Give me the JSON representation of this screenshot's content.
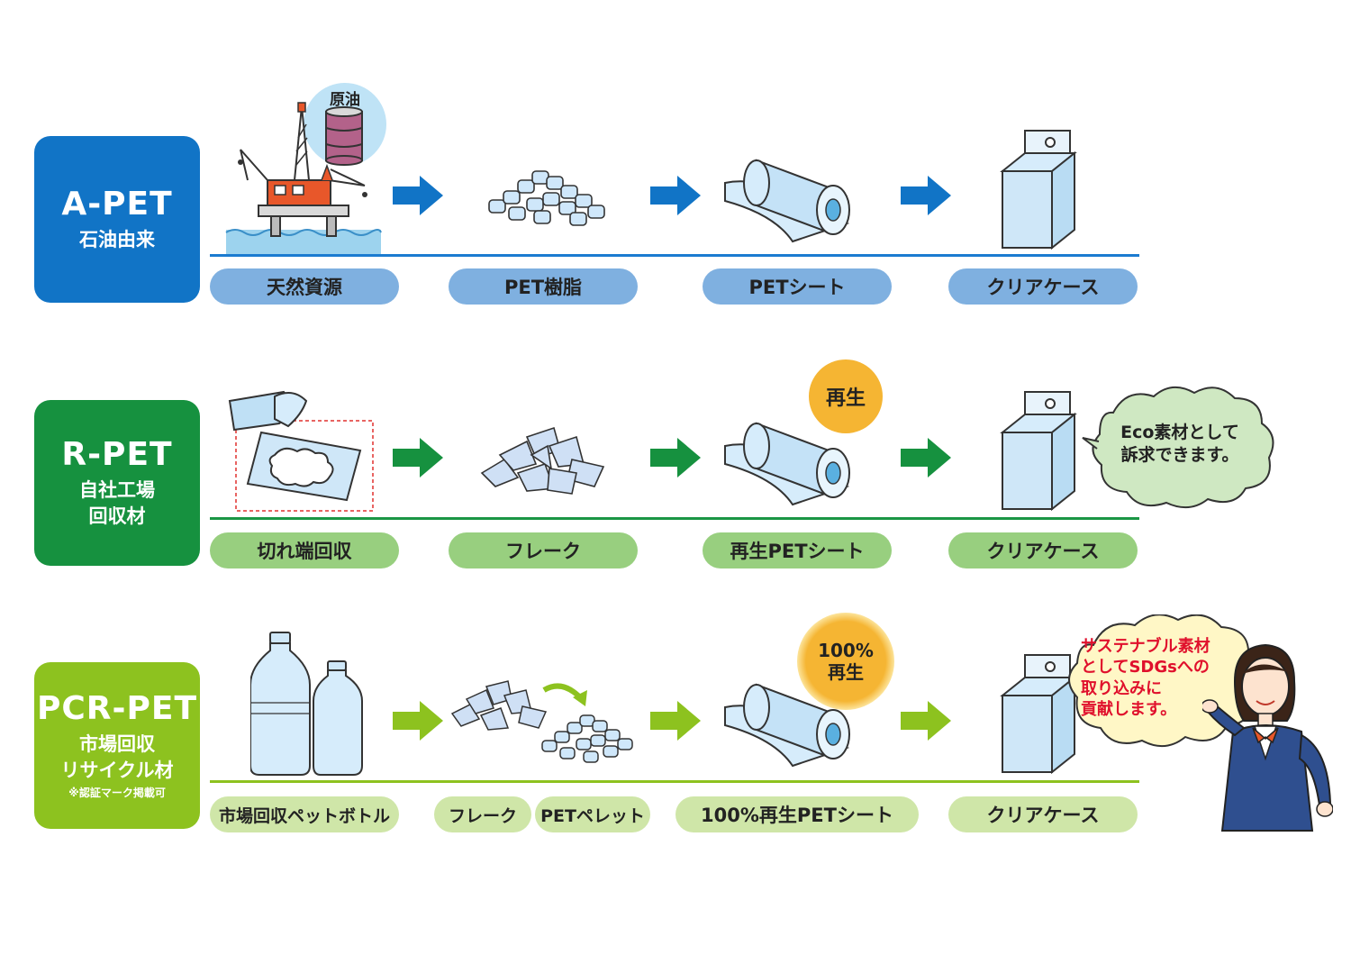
{
  "rows": [
    {
      "title": "A-PET",
      "subtitle": "石油由来",
      "color": "#1174c6",
      "line_color": "#1b7bd0",
      "pill_color": "#7fb0e0",
      "arrow_color": "#1174c6",
      "source_badge": "原油",
      "steps": [
        "天然資源",
        "PET樹脂",
        "PETシート",
        "クリアケース"
      ]
    },
    {
      "title": "R-PET",
      "subtitle_line1": "自社工場",
      "subtitle_line2": "回収材",
      "color": "#16913f",
      "line_color": "#1a9644",
      "pill_color": "#98cf7f",
      "arrow_color": "#16913f",
      "recycle_badge": "再生",
      "steps": [
        "切れ端回収",
        "フレーク",
        "再生PETシート",
        "クリアケース"
      ],
      "bubble_line1": "Eco素材として",
      "bubble_line2": "訴求できます。"
    },
    {
      "title": "PCR-PET",
      "subtitle_line1": "市場回収",
      "subtitle_line2": "リサイクル材",
      "note": "※認証マーク掲載可",
      "color": "#8dc21f",
      "line_color": "#8dc21f",
      "pill_color": "#cfe6a8",
      "arrow_color": "#8dc21f",
      "recycle_badge_line1": "100%",
      "recycle_badge_line2": "再生",
      "steps": [
        "市場回収ペットボトル",
        "フレーク",
        "PETペレット",
        "100%再生PETシート",
        "クリアケース"
      ],
      "bubble_line1": "サステナブル素材",
      "bubble_line2": "としてSDGsへの",
      "bubble_line3": "取り込みに",
      "bubble_line4": "貢献します。"
    }
  ],
  "colors": {
    "badge_orange": "#f5b533",
    "bubble_red_text": "#e0102c",
    "bubble_green": "#cfe8c2",
    "bubble_yellow": "#fff7c6"
  },
  "icons": [
    "oil-rig-icon",
    "oil-drum-icon",
    "pellets-icon",
    "sheet-roll-icon",
    "clear-case-icon",
    "film-offcut-icon",
    "flakes-icon",
    "pet-bottle-icon",
    "staff-woman-icon",
    "arrow-right-icon"
  ]
}
